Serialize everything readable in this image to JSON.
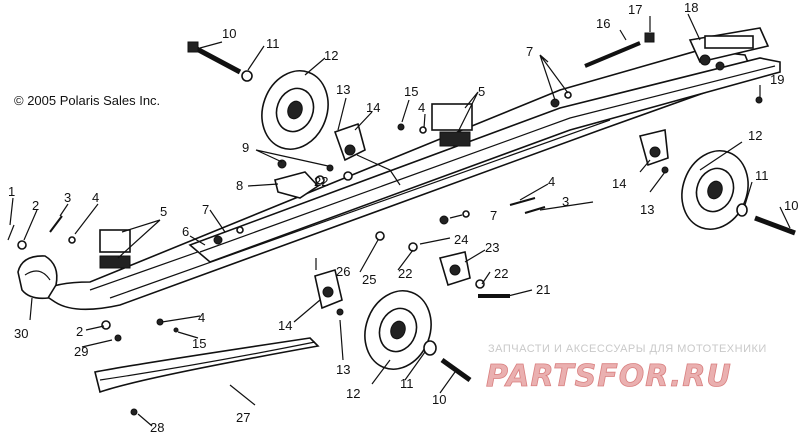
{
  "copyright": "© 2005 Polaris Sales Inc.",
  "watermark": {
    "tagline": "ЗАПЧАСТИ И АКСЕССУАРЫ ДЛЯ МОТОТЕХНИКИ",
    "logo": "PARTSFOR.RU",
    "color_primary": "#e8a2a2",
    "color_accent": "#d86a6a"
  },
  "callouts": {
    "c1": "1",
    "c2a": "2",
    "c2b": "2",
    "c3a": "3",
    "c3b": "3",
    "c4a": "4",
    "c4b": "4",
    "c4c": "4",
    "c4d": "4",
    "c5a": "5",
    "c5b": "5",
    "c6": "6",
    "c7a": "7",
    "c7b": "7",
    "c7c": "7",
    "c8": "8",
    "c9": "9",
    "c10a": "10",
    "c10b": "10",
    "c10c": "10",
    "c11a": "11",
    "c11b": "11",
    "c11c": "11",
    "c12a": "12",
    "c12b": "12",
    "c12c": "12",
    "c13a": "13",
    "c13b": "13",
    "c13c": "13",
    "c14a": "14",
    "c14b": "14",
    "c14c": "14",
    "c15a": "15",
    "c15b": "15",
    "c16": "16",
    "c17": "17",
    "c18": "18",
    "c19": "19",
    "c21": "21",
    "c22a": "22",
    "c22b": "22",
    "c22c": "22",
    "c23": "23",
    "c24": "24",
    "c25": "25",
    "c26": "26",
    "c27": "27",
    "c28": "28",
    "c29": "29",
    "c30": "30"
  }
}
